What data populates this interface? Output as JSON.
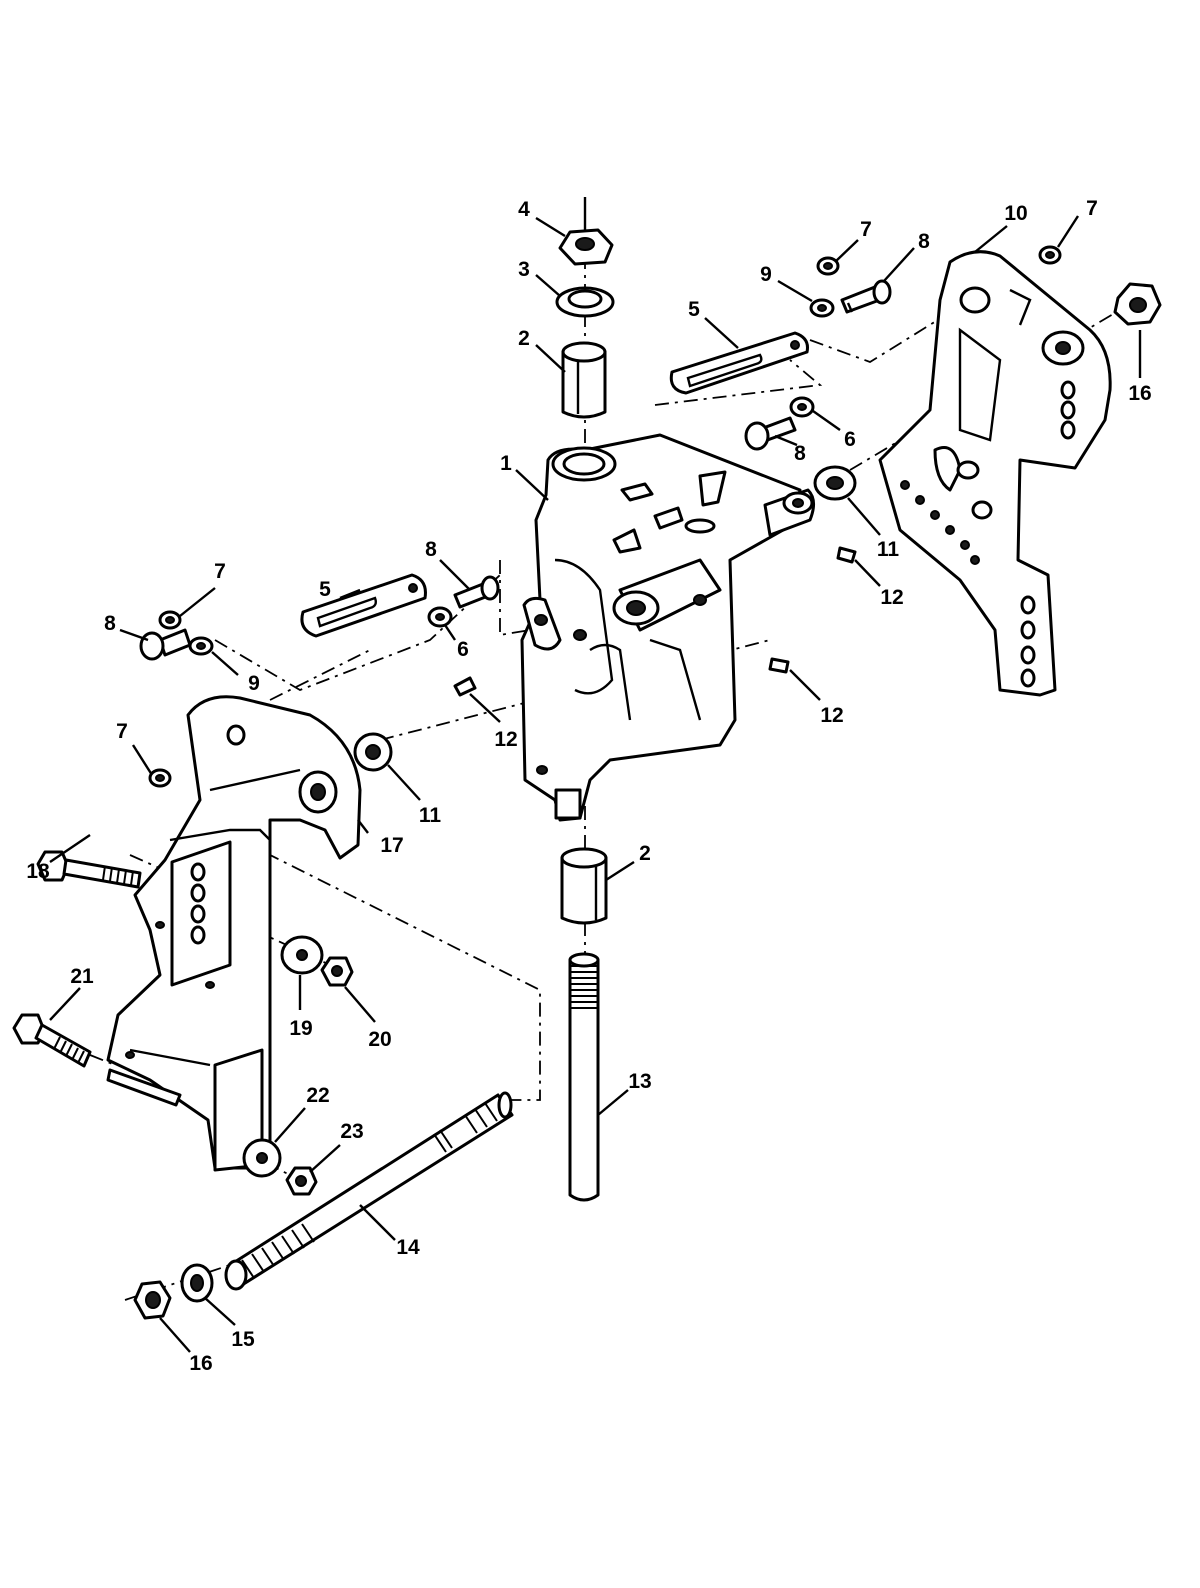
{
  "callouts": [
    {
      "id": "c4",
      "text": "4"
    },
    {
      "id": "c3",
      "text": "3"
    },
    {
      "id": "c2a",
      "text": "2"
    },
    {
      "id": "c1",
      "text": "1"
    },
    {
      "id": "c5a",
      "text": "5"
    },
    {
      "id": "c9a",
      "text": "9"
    },
    {
      "id": "c7a",
      "text": "7"
    },
    {
      "id": "c8a",
      "text": "8"
    },
    {
      "id": "c10",
      "text": "10"
    },
    {
      "id": "c7b",
      "text": "7"
    },
    {
      "id": "c16a",
      "text": "16"
    },
    {
      "id": "c6a",
      "text": "6"
    },
    {
      "id": "c8b",
      "text": "8"
    },
    {
      "id": "c11a",
      "text": "11"
    },
    {
      "id": "c12a",
      "text": "12"
    },
    {
      "id": "c12b",
      "text": "12"
    },
    {
      "id": "c7c",
      "text": "7"
    },
    {
      "id": "c8c",
      "text": "8"
    },
    {
      "id": "c9b",
      "text": "9"
    },
    {
      "id": "c5b",
      "text": "5"
    },
    {
      "id": "c8d",
      "text": "8"
    },
    {
      "id": "c6b",
      "text": "6"
    },
    {
      "id": "c12c",
      "text": "12"
    },
    {
      "id": "c7d",
      "text": "7"
    },
    {
      "id": "c11b",
      "text": "11"
    },
    {
      "id": "c17",
      "text": "17"
    },
    {
      "id": "c18",
      "text": "18"
    },
    {
      "id": "c2b",
      "text": "2"
    },
    {
      "id": "c19",
      "text": "19"
    },
    {
      "id": "c20",
      "text": "20"
    },
    {
      "id": "c21",
      "text": "21"
    },
    {
      "id": "c13",
      "text": "13"
    },
    {
      "id": "c22",
      "text": "22"
    },
    {
      "id": "c23",
      "text": "23"
    },
    {
      "id": "c14",
      "text": "14"
    },
    {
      "id": "c15",
      "text": "15"
    },
    {
      "id": "c16b",
      "text": "16"
    }
  ]
}
